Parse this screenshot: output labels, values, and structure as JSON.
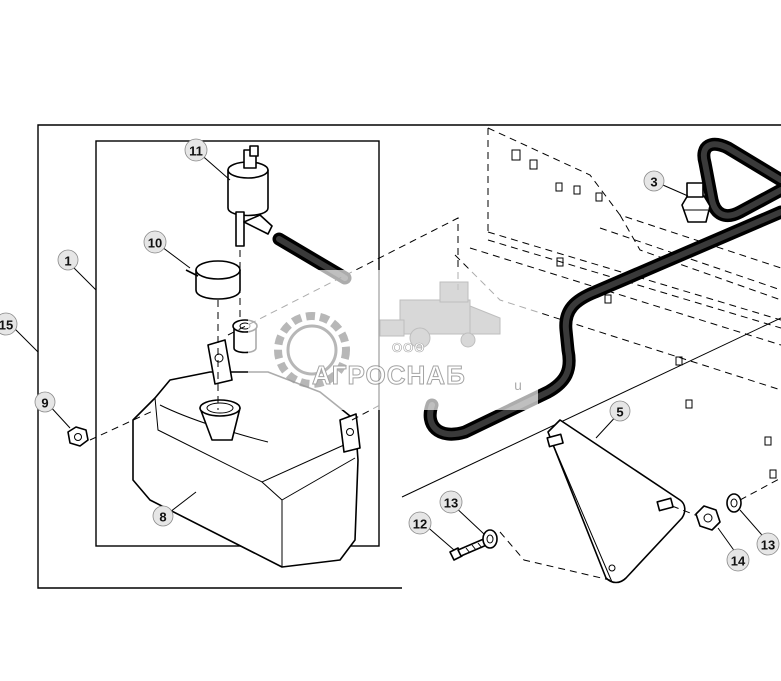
{
  "callouts": {
    "c1": "1",
    "c3": "3",
    "c5": "5",
    "c8": "8",
    "c9": "9",
    "c10": "10",
    "c11": "11",
    "c12": "12",
    "c13a": "13",
    "c13b": "13",
    "c14": "14",
    "c15": "15"
  },
  "frame_mark": "u",
  "watermark": {
    "small": "ООО",
    "brand": "АГРОСНАБ"
  }
}
